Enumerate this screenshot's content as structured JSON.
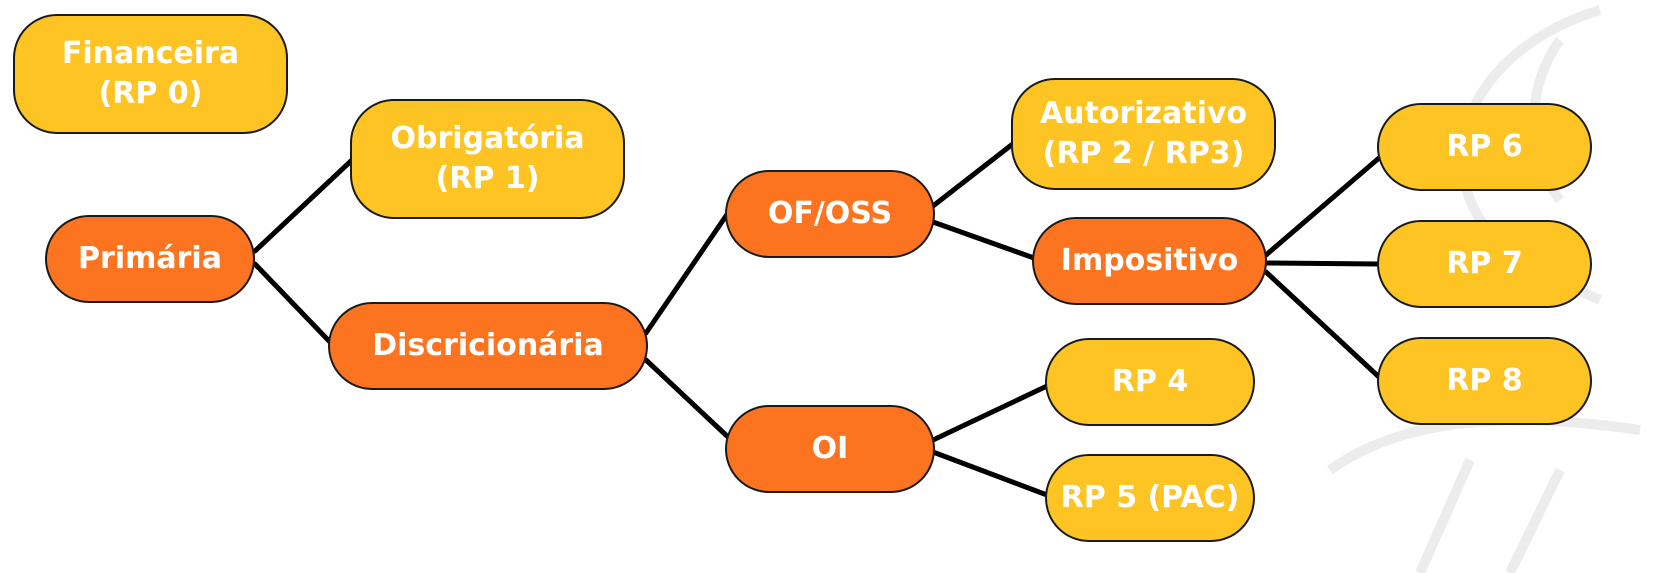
{
  "diagram": {
    "nodes": {
      "financeira": "Financeira\n(RP 0)",
      "obrigatoria": "Obrigatória\n(RP 1)",
      "primaria": "Primária",
      "discricionaria": "Discricionária",
      "ofoss": "OF/OSS",
      "oi": "OI",
      "autorizativo": "Autorizativo\n(RP 2 / RP3)",
      "impositivo": "Impositivo",
      "rp4": "RP 4",
      "rp5": "RP 5 (PAC)",
      "rp6": "RP 6",
      "rp7": "RP 7",
      "rp8": "RP 8"
    },
    "edges": [
      [
        "primaria",
        "obrigatoria"
      ],
      [
        "primaria",
        "discricionaria"
      ],
      [
        "discricionaria",
        "ofoss"
      ],
      [
        "discricionaria",
        "oi"
      ],
      [
        "ofoss",
        "autorizativo"
      ],
      [
        "ofoss",
        "impositivo"
      ],
      [
        "impositivo",
        "rp6"
      ],
      [
        "impositivo",
        "rp7"
      ],
      [
        "impositivo",
        "rp8"
      ],
      [
        "oi",
        "rp4"
      ],
      [
        "oi",
        "rp5"
      ]
    ],
    "colors": {
      "primary_node": "#fd7420",
      "secondary_node": "#fec424",
      "edge": "#000000"
    }
  }
}
